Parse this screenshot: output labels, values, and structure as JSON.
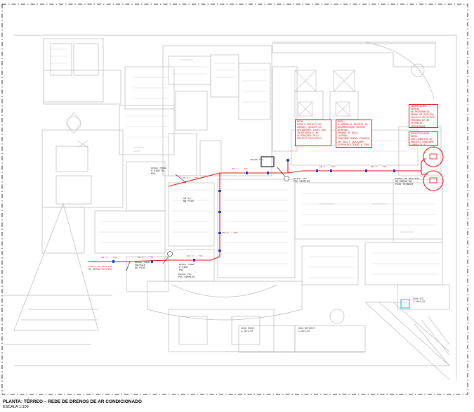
{
  "drawing": {
    "title": "PLANTA: TÉRREO – REDE DE DRENOS DE AR CONDICIONADO",
    "scale": "ESCALA 1:100"
  },
  "notes": {
    "note_a": "NOTA:\nPARA O PROJETO DE DRENOS, SEGUIR OS\nAPOIADORES JUNTO AOS\nINTERIORES E AS\nALTERAÇÕES PELO\nPROJETO EXECUTIVO.",
    "note_b": "NOTA:\nA GERÊNCIA TÉCNICA DE\nDOCUMENTAÇÃO DEVERÁ APROVAR\nDRENOS DE BOCA LATERAL,\nCONFORME NORMA VIGENTE\nEM TODA E QUALQUER\nDISPONIBILIDADE A TODO\nMOMENTO. PRINCIPALMENTE EM\nCASO DE DRENAGEM.",
    "note_c": "OBSERVAÇÕES GERAIS\nDE REFERÊNCIA\nDRENO DE DESCIDA\nVÁLVULA DE ALÍVIO\nPRESSÃO DE AR\nPOTÊNCIA APROXIMADA",
    "note_d": "ESPECIFICAÇÃO GERAL\nDOS CONDUTOS DE\nPROJETO CONFORME\nCONSULTA À GERÊNCIA.",
    "note_e": "PONTO DE DESCIDA\nDE DRENO NO\nPISO TÉCNICO"
  },
  "labels": {
    "tag_1": "DESCE PARA\nO PISO 01\nPVC",
    "tag_2": "DN 1½\"\nNO PISO",
    "tag_3": "DN 1\" - PVC\nPVC RIGIDO",
    "tag_4": "DESCE PARA\nO PISO\nPVC",
    "tag_5": "DESCE PARA\nVALVULA\nAO PISO",
    "tag_6": "DESCE PVC\nPVC SIMPLES",
    "tag_7": "CAIXA PVC",
    "pipe_1": "DN 1\" - PVC",
    "pipe_2": "DN 1\" - PVC",
    "pipe_3": "DN 1\" - PVC",
    "pipe_4": "DN 1\" - PVC",
    "pipe_5": "DN 1\" - PVC",
    "pipe_6": "DN 1\" - PVC",
    "pipe_7": "DN 1\" - PVC",
    "pipe_8": "DN 1\" - PVC",
    "endpoint_left": "PONTO DE DESCIDA\nDE DRENO DO PISO"
  },
  "parking": {
    "vaga_idoso": "VAGA IDOSO\n2,40x5,00",
    "vaga_gestante": "VAGA GESTANTE\n2,40x5,00",
    "vaga_pcd": "VAGA PCD\n2,40x5,00"
  },
  "colors": {
    "wall": "#b9b9b9",
    "detail": "#d4d4d4",
    "drain": "#ee1111",
    "fitting": "#1d3fd6",
    "accent_cyan": "#00b4d8"
  }
}
